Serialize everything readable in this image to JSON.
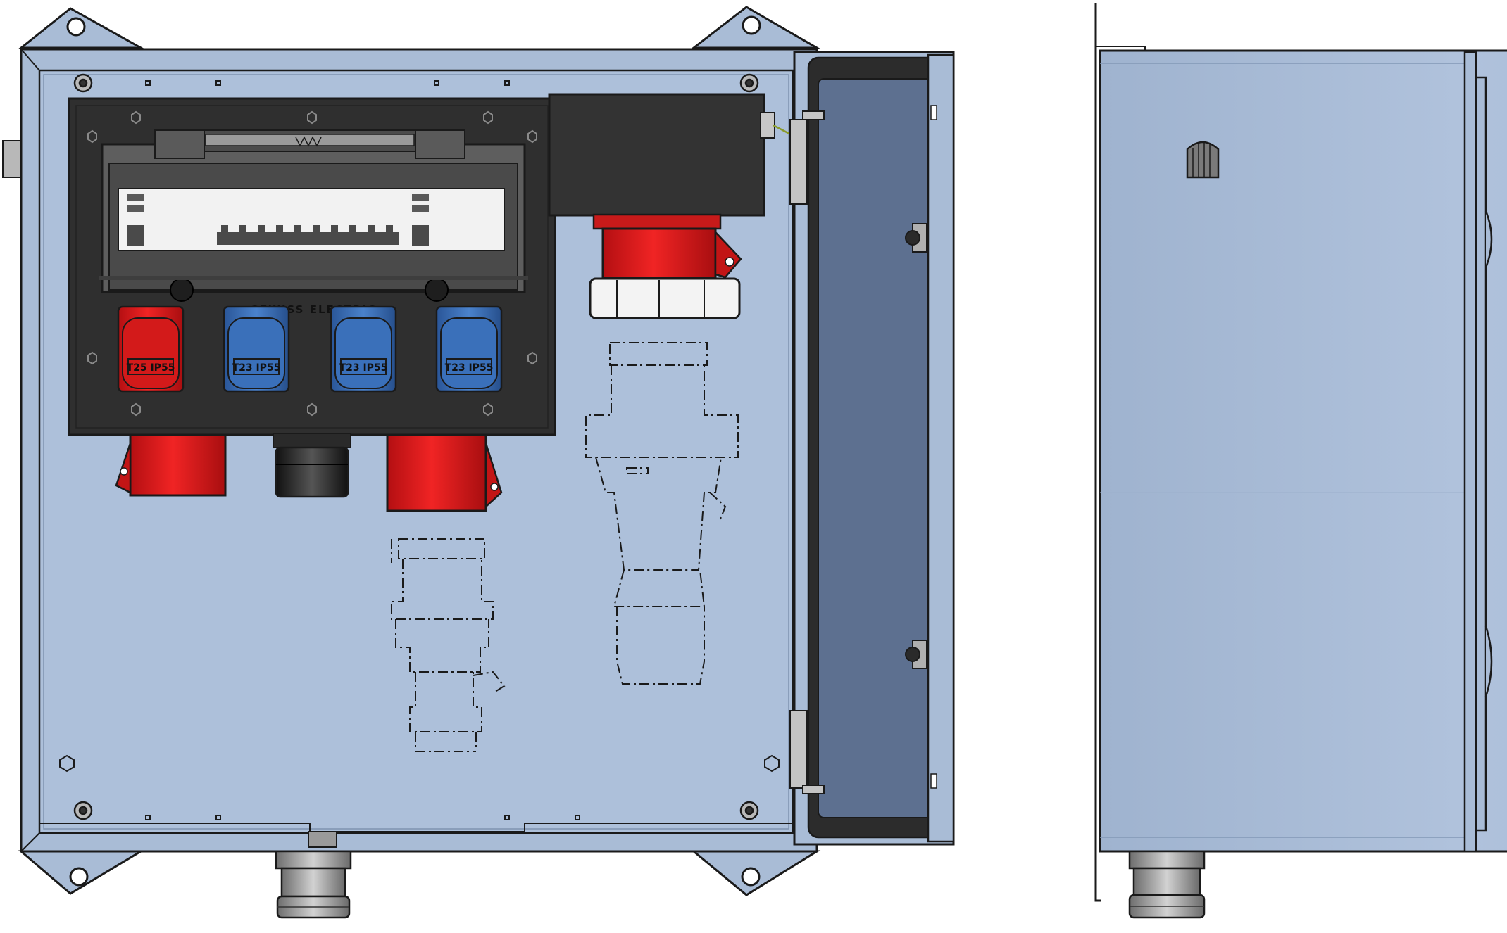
{
  "brand_text": "GEWISS ELECTRIC",
  "socket_labels": [
    "T25 IP55",
    "T23 IP55",
    "T23 IP55",
    "T23 IP55"
  ],
  "colors": {
    "enclosure": "#a9bcd6",
    "enclosure_dark": "#8ea4c2",
    "outline": "#1a1a1a",
    "panel_black": "#2f2f2f",
    "cee_red": "#e01e1e",
    "cee_blue": "#3568b0",
    "door_glass": "#5d7090",
    "breaker_white": "#f2f2f2",
    "gland_grey": "#9a9a9a"
  }
}
